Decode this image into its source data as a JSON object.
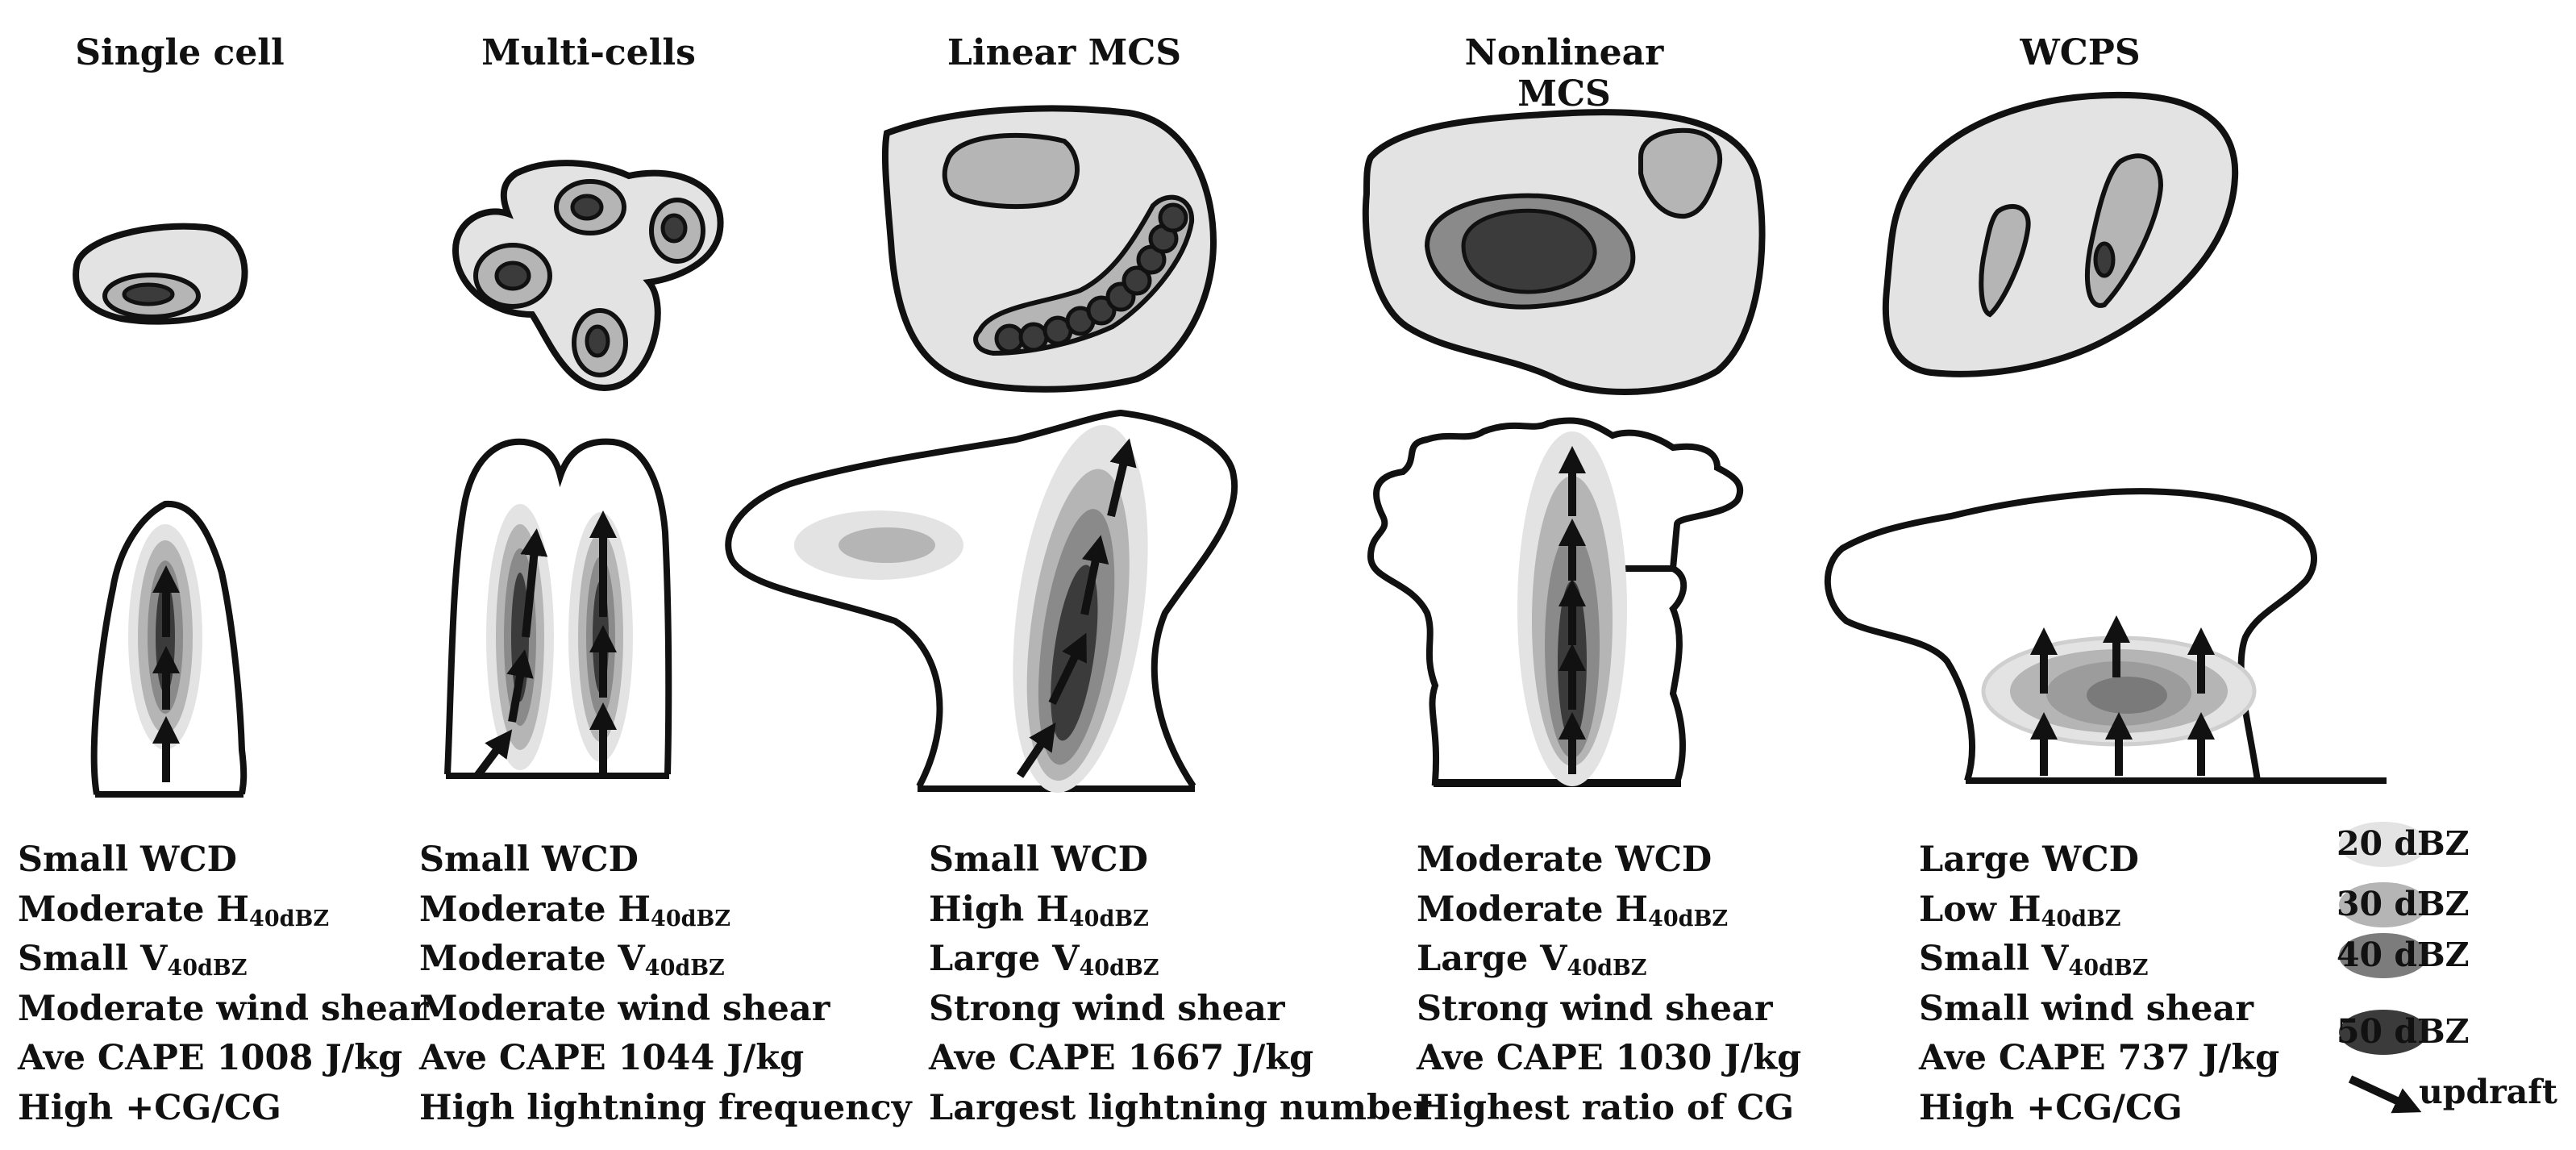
{
  "colors": {
    "dbz20": "#e3e3e3",
    "dbz30": "#b5b5b5",
    "dbz40": "#8a8a8a",
    "dbz50": "#3b3b3b",
    "outline": "#111111"
  },
  "titles": [
    "Single cell",
    "Multi-cells",
    "Linear MCS",
    "Nonlinear MCS",
    "WCPS"
  ],
  "columns": [
    {
      "lines": [
        [
          "Small WCD",
          ""
        ],
        [
          "Moderate H",
          "40dBZ"
        ],
        [
          "Small V",
          "40dBZ"
        ],
        [
          "Moderate wind shear",
          ""
        ],
        [
          "Ave CAPE 1008 J/kg",
          ""
        ],
        [
          "High +CG/CG",
          ""
        ]
      ]
    },
    {
      "lines": [
        [
          "Small WCD",
          ""
        ],
        [
          "Moderate H",
          "40dBZ"
        ],
        [
          "Moderate V",
          "40dBZ"
        ],
        [
          "Moderate wind shear",
          ""
        ],
        [
          "Ave CAPE 1044 J/kg",
          ""
        ],
        [
          "High lightning frequency",
          ""
        ]
      ]
    },
    {
      "lines": [
        [
          "Small WCD",
          ""
        ],
        [
          "High H",
          "40dBZ"
        ],
        [
          "Large V",
          "40dBZ"
        ],
        [
          "Strong wind shear",
          ""
        ],
        [
          "Ave CAPE 1667 J/kg",
          ""
        ],
        [
          "Largest lightning number",
          ""
        ]
      ]
    },
    {
      "lines": [
        [
          "Moderate WCD",
          ""
        ],
        [
          "Moderate H",
          "40dBZ"
        ],
        [
          "Large V",
          "40dBZ"
        ],
        [
          "Strong wind shear",
          ""
        ],
        [
          "Ave CAPE 1030 J/kg",
          ""
        ],
        [
          "Highest ratio of CG",
          ""
        ]
      ]
    },
    {
      "lines": [
        [
          "Large WCD",
          ""
        ],
        [
          "Low H",
          "40dBZ"
        ],
        [
          "Small V",
          "40dBZ"
        ],
        [
          "Small wind shear",
          ""
        ],
        [
          "Ave CAPE 737 J/kg",
          ""
        ],
        [
          "High +CG/CG",
          ""
        ]
      ]
    }
  ],
  "legend": [
    {
      "label": "20 dBZ",
      "color": "#e3e3e3"
    },
    {
      "label": "30 dBZ",
      "color": "#b5b5b5"
    },
    {
      "label": "40 dBZ",
      "color": "#8a8a8a"
    },
    {
      "label": "50 dBZ",
      "color": "#3b3b3b"
    },
    {
      "label": "updraft",
      "icon": "arrow-icon"
    }
  ]
}
